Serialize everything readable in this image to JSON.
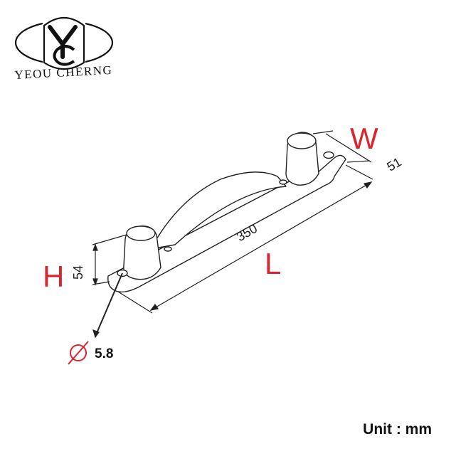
{
  "logo": {
    "monogram": "YC",
    "brand_name": "YEOU CHERNG"
  },
  "dimensions": {
    "width_letter": "W",
    "width_value": "51",
    "length_letter": "L",
    "length_value": "350",
    "height_letter": "H",
    "height_value": "54",
    "hole_symbol": "⌀",
    "hole_value": "5.8"
  },
  "unit_label": "Unit : mm",
  "colors": {
    "dimension_letter": "#d7262e",
    "line": "#222222"
  }
}
